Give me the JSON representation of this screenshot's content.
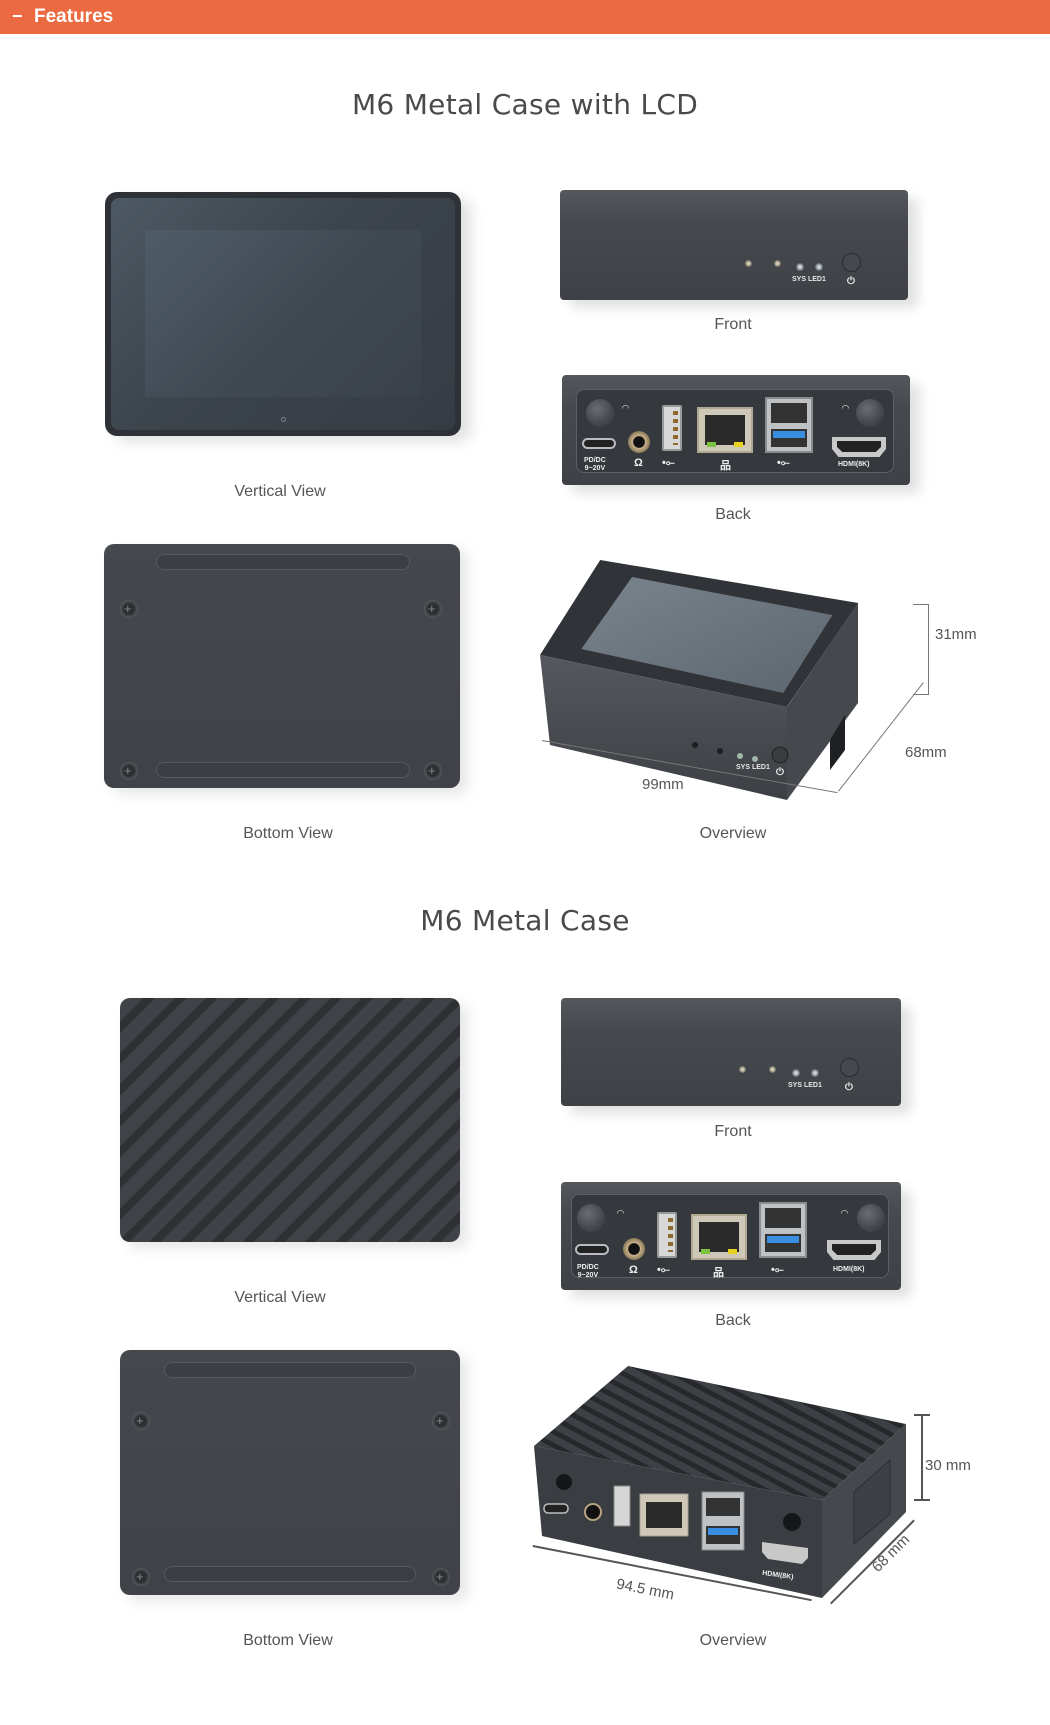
{
  "header": {
    "collapse_symbol": "−",
    "title": "Features",
    "accent_color": "#EC6A42"
  },
  "sections": [
    {
      "title": "M6 Metal Case with LCD",
      "views": {
        "vertical": {
          "caption": "Vertical View"
        },
        "front": {
          "caption": "Front",
          "led_label": "SYS LED1",
          "power_icon": "power-icon"
        },
        "back": {
          "caption": "Back",
          "ports": {
            "power_label_1": "PD/DC",
            "power_label_2": "9~20V",
            "audio_icon": "headphone-icon",
            "usb_icon_1": "usb-icon",
            "lan_icon": "network-icon",
            "usb_icon_2": "usb-icon",
            "hdmi_label": "HDMI(8K)"
          }
        },
        "bottom": {
          "caption": "Bottom View"
        },
        "overview": {
          "caption": "Overview",
          "height": "31mm",
          "depth": "68mm",
          "width": "99mm",
          "led_label": "SYS LED1"
        }
      }
    },
    {
      "title": "M6 Metal Case",
      "views": {
        "vertical": {
          "caption": "Vertical View"
        },
        "front": {
          "caption": "Front",
          "led_label": "SYS LED1",
          "power_icon": "power-icon"
        },
        "back": {
          "caption": "Back",
          "ports": {
            "power_label_1": "PD/DC",
            "power_label_2": "9~20V",
            "audio_icon": "headphone-icon",
            "usb_icon_1": "usb-icon",
            "lan_icon": "network-icon",
            "usb_icon_2": "usb-icon",
            "hdmi_label": "HDMI(8K)"
          }
        },
        "bottom": {
          "caption": "Bottom View"
        },
        "overview": {
          "caption": "Overview",
          "height": "30 mm",
          "depth": "68 mm",
          "width": "94.5 mm",
          "hdmi_label": "HDMI(8K)"
        }
      }
    }
  ],
  "glyphs": {
    "power": "⏻",
    "headphone": "Ω",
    "usb": "•⟜",
    "network": "品",
    "wifi": "◠"
  }
}
